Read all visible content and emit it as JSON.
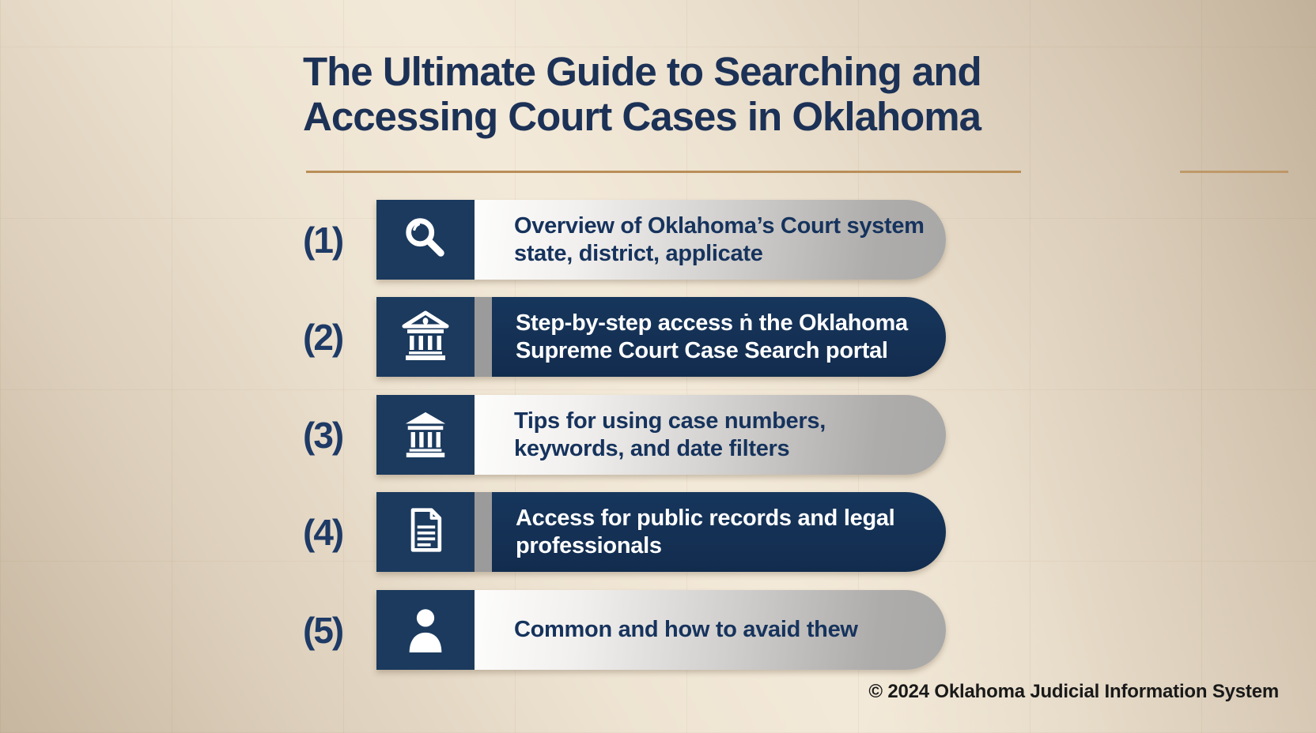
{
  "header": {
    "title_line1": "The Ultimate Guide to Searching and",
    "title_line2": "Accessing Court Cases in Oklahoma"
  },
  "items": [
    {
      "number": "(1)",
      "icon": "search-icon",
      "style": "light",
      "line1": "Overview of Oklahoma’s Court system",
      "line2": "state, district, applicate"
    },
    {
      "number": "(2)",
      "icon": "courthouse-icon",
      "style": "dark",
      "line1": "Step-by-step access ṅ the Oklahoma",
      "line2": "Supreme Court Case Search portal"
    },
    {
      "number": "(3)",
      "icon": "courthouse-icon",
      "style": "light",
      "line1": "Tips for using case numbers,",
      "line2": "keywords, and date filters"
    },
    {
      "number": "(4)",
      "icon": "document-icon",
      "style": "dark",
      "line1": "Access for public records and legal",
      "line2": "professionals"
    },
    {
      "number": "(5)",
      "icon": "person-icon",
      "style": "light",
      "line1": "Common and how to avaid thew",
      "line2": ""
    }
  ],
  "footer": {
    "copyright": "© 2024 Oklahoma Judicial Information System"
  },
  "colors": {
    "background": "#f3e9d8",
    "navy_bar": "#132e51",
    "icon_box": "#1b3a5e",
    "title_text": "#1c3156",
    "divider_gold": "#b98e58",
    "bar_gray_end": "#a8a8a8",
    "separator_gray": "#9b9b9b",
    "footer_text": "#191919"
  }
}
